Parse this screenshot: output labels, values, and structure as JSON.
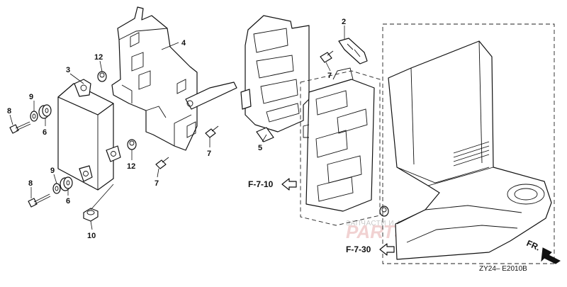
{
  "callouts": {
    "c2": "2",
    "c3": "3",
    "c4": "4",
    "c5": "5",
    "c6a": "6",
    "c6b": "6",
    "c7a": "7",
    "c7b": "7",
    "c7c": "7",
    "c8a": "8",
    "c8b": "8",
    "c9a": "9",
    "c9b": "9",
    "c10": "10",
    "c12a": "12",
    "c12b": "12"
  },
  "references": {
    "r1": "F-7-10",
    "r2": "F-7-30"
  },
  "fr_label": "FR.",
  "watermark": {
    "line1": "ЗАПЧАСТИ И АКСЕССУАРЫ ДЛЯ МОТОТЕХНИКИ",
    "logo": "PARTSFOR.RU"
  },
  "diagram_code": "ZY24– E2010B"
}
